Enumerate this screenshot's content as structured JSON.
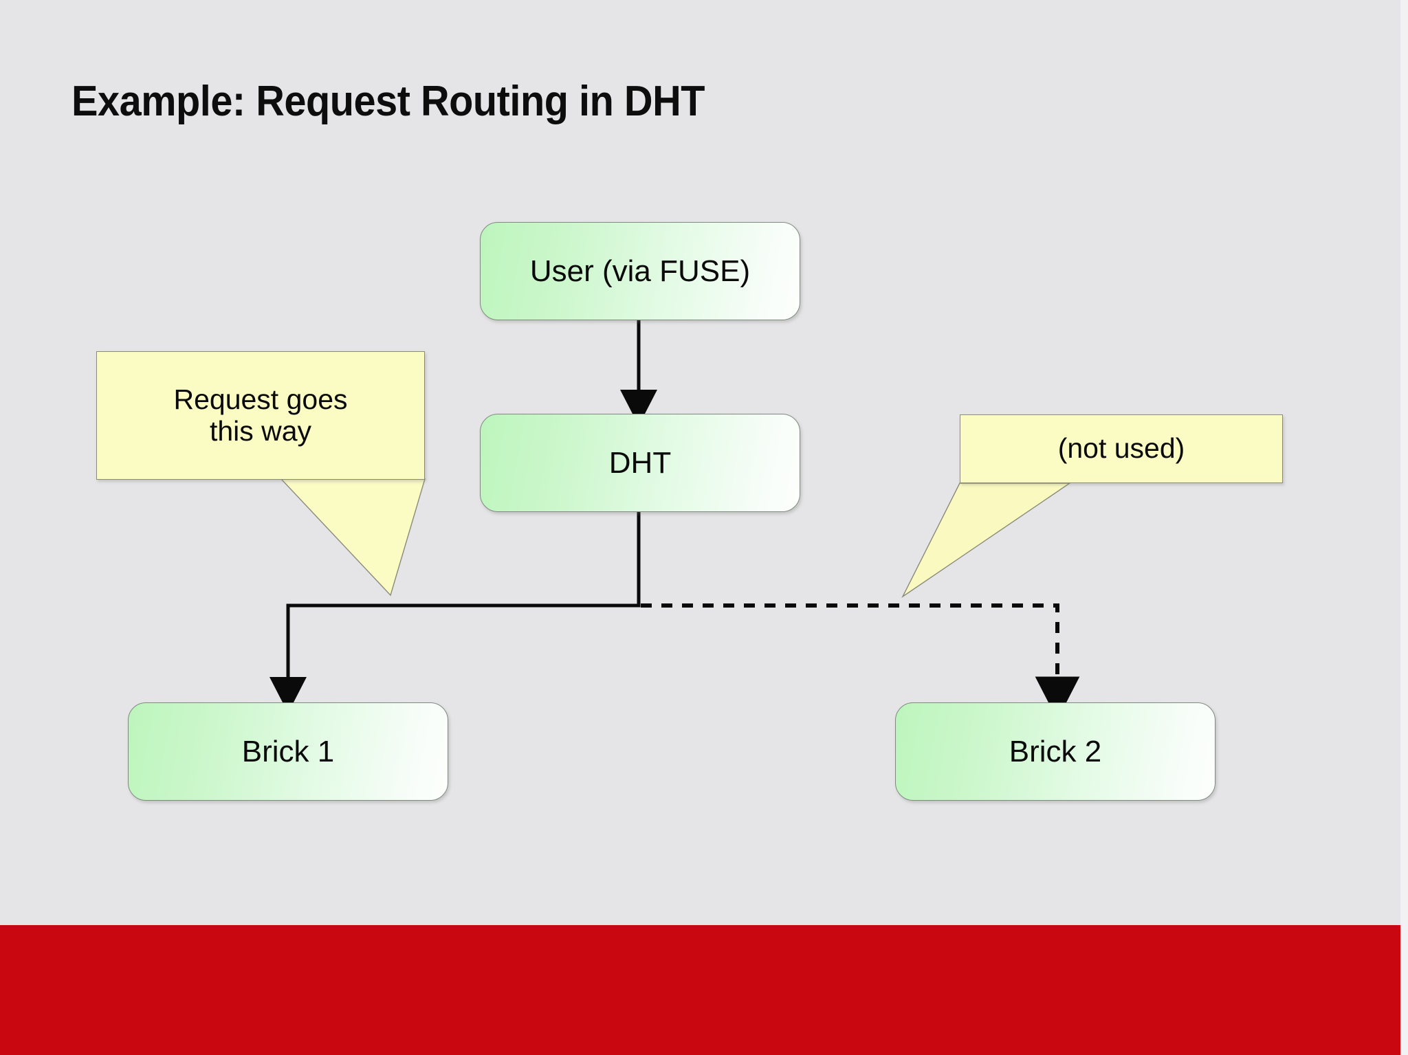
{
  "slide": {
    "title": "Example: Request Routing in DHT",
    "background_color": "#e5e5e7",
    "accent_band_color": "#c80710"
  },
  "diagram": {
    "type": "flowchart",
    "nodes": [
      {
        "id": "user",
        "label": "User (via FUSE)",
        "shape": "rounded-rect",
        "fill": "#c9f7c9"
      },
      {
        "id": "dht",
        "label": "DHT",
        "shape": "rounded-rect",
        "fill": "#c9f7c9"
      },
      {
        "id": "brick1",
        "label": "Brick 1",
        "shape": "rounded-rect",
        "fill": "#c9f7c9"
      },
      {
        "id": "brick2",
        "label": "Brick 2",
        "shape": "rounded-rect",
        "fill": "#c9f7c9"
      }
    ],
    "edges": [
      {
        "from": "user",
        "to": "dht",
        "style": "solid",
        "arrow": true
      },
      {
        "from": "dht",
        "to": "brick1",
        "style": "solid",
        "arrow": true
      },
      {
        "from": "dht",
        "to": "brick2",
        "style": "dashed",
        "arrow": true
      }
    ],
    "callouts": [
      {
        "id": "request-goes-this-way",
        "text": "Request goes\nthis way",
        "fill": "#fbfbc4",
        "points_to": "edge-dht-brick1"
      },
      {
        "id": "not-used",
        "text": "(not used)",
        "fill": "#fbfbc4",
        "points_to": "edge-dht-brick2"
      }
    ]
  }
}
